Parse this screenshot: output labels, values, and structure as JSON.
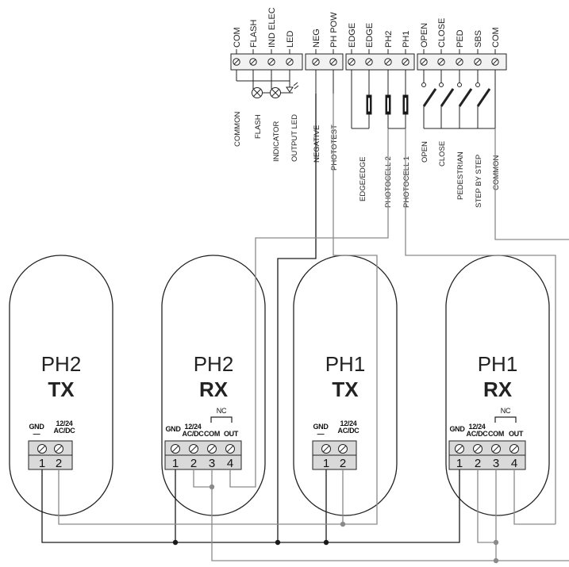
{
  "board": {
    "groups": [
      {
        "terminals": [
          "COM",
          "FLASH",
          "IND ELEC",
          "LED"
        ]
      },
      {
        "terminals": [
          "NEG",
          "PH POW"
        ]
      },
      {
        "terminals": [
          "EDGE",
          "EDGE",
          "PH2",
          "PH1"
        ]
      },
      {
        "terminals": [
          "OPEN",
          "CLOSE",
          "PED",
          "SBS",
          "COM"
        ]
      }
    ],
    "labels": [
      "COMMON",
      "FLASH",
      "INDICATOR",
      "OUTPUT LED",
      "NEGATIVE",
      "PHOTOTEST",
      "EDGE/EDGE",
      "PHOTOCELL 2",
      "PHOTOCELL 1",
      "OPEN",
      "CLOSE",
      "PEDESTRIAN",
      "STEP BY STEP",
      "COMMON"
    ]
  },
  "devices": [
    {
      "name": "PH2",
      "role": "TX",
      "terminals": [
        {
          "top": "GND",
          "sub": "—",
          "num": "1"
        },
        {
          "top": "12/24",
          "sub": "AC/DC",
          "num": "2"
        }
      ]
    },
    {
      "name": "PH2",
      "role": "RX",
      "nc_label": "NC",
      "terminals": [
        {
          "top": "GND",
          "sub": "",
          "num": "1"
        },
        {
          "top": "12/24",
          "sub": "AC/DC",
          "num": "2"
        },
        {
          "top": "COM",
          "sub": "",
          "num": "3"
        },
        {
          "top": "OUT",
          "sub": "",
          "num": "4"
        }
      ]
    },
    {
      "name": "PH1",
      "role": "TX",
      "terminals": [
        {
          "top": "GND",
          "sub": "—",
          "num": "1"
        },
        {
          "top": "12/24",
          "sub": "AC/DC",
          "num": "2"
        }
      ]
    },
    {
      "name": "PH1",
      "role": "RX",
      "nc_label": "NC",
      "terminals": [
        {
          "top": "GND",
          "sub": "",
          "num": "1"
        },
        {
          "top": "12/24",
          "sub": "AC/DC",
          "num": "2"
        },
        {
          "top": "COM",
          "sub": "",
          "num": "3"
        },
        {
          "top": "OUT",
          "sub": "",
          "num": "4"
        }
      ]
    }
  ],
  "colors": {
    "line": "#1a1a1a",
    "wire_grey": "#8a8a8a",
    "terminal_fill": "#d9d9d9"
  }
}
